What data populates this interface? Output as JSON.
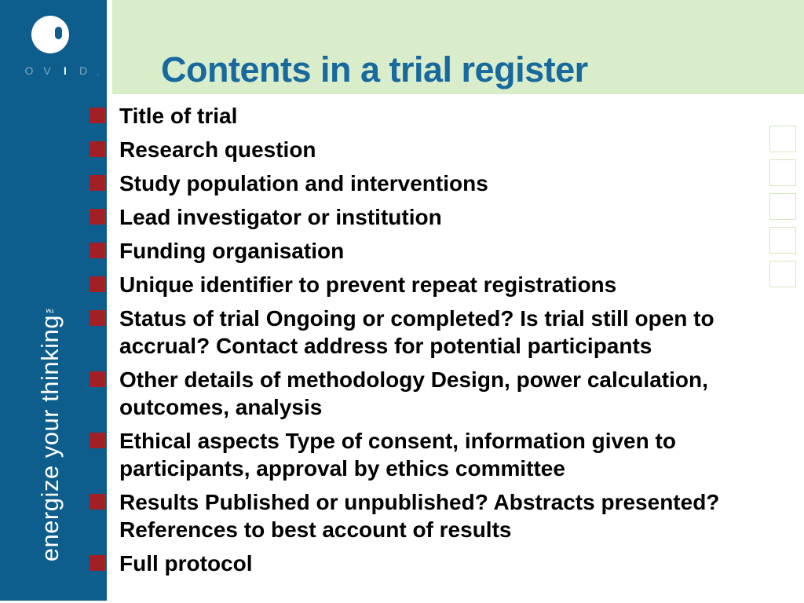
{
  "colors": {
    "sidebar_blue": "#0e5e8d",
    "banner_green": "#daedca",
    "title_blue": "#17699e",
    "bullet_red": "#a21f25",
    "placeholder_border_green": "#d3e9b8"
  },
  "sidebar": {
    "brand_letters": [
      "O",
      "V",
      "I",
      "D"
    ],
    "brand_mark": ",",
    "tagline": "energize your thinking",
    "trademark": "™"
  },
  "banner": {
    "title": "Contents in a trial register"
  },
  "list": {
    "items": [
      {
        "text": "Title of trial"
      },
      {
        "text": "Research question"
      },
      {
        "text": "Study population and interventions"
      },
      {
        "text": "Lead investigator or institution"
      },
      {
        "text": "Funding organisation"
      },
      {
        "text": "Unique identifier to prevent repeat registrations"
      },
      {
        "text": "Status of trial Ongoing or completed? Is trial still open to\naccrual? Contact address for potential participants"
      },
      {
        "text": "Other details of methodology Design, power calculation,\noutcomes, analysis"
      },
      {
        "text": "Ethical aspects Type of consent, information given to\nparticipants, approval by ethics committee"
      },
      {
        "text": "Results Published or unpublished? Abstracts presented?\nReferences to best account of results"
      },
      {
        "text": "Full protocol"
      }
    ]
  }
}
